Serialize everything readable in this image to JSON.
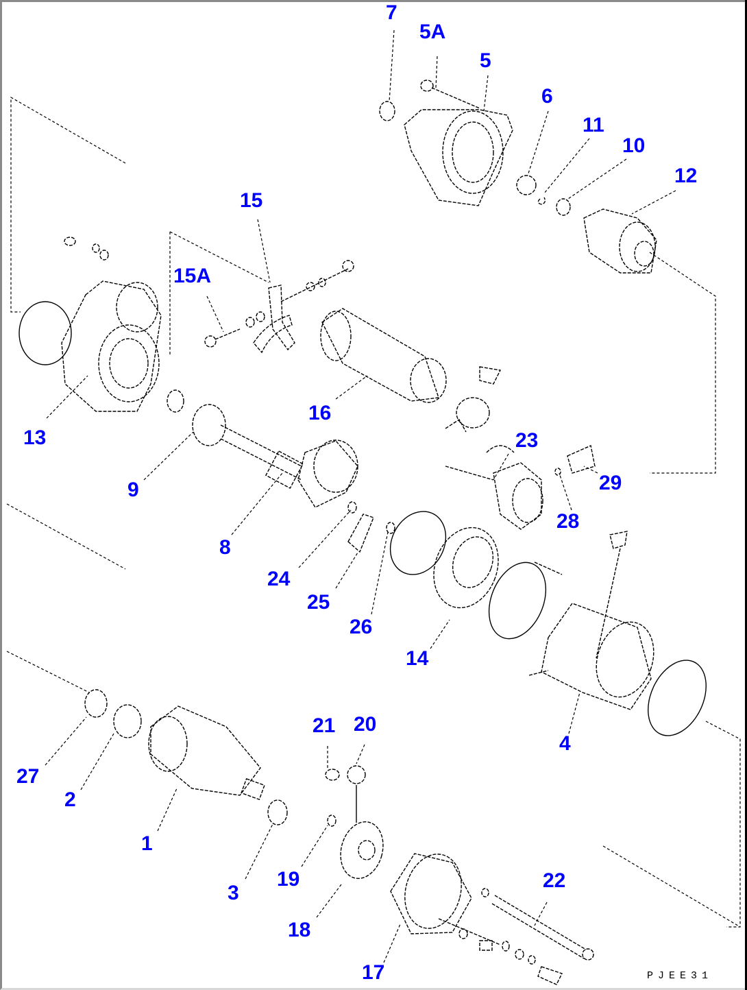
{
  "diagram": {
    "reference_code": "PJEE31",
    "callout_color": "#0000ff",
    "callouts": [
      "7",
      "5A",
      "5",
      "6",
      "11",
      "10",
      "12",
      "15",
      "15A",
      "13",
      "16",
      "9",
      "8",
      "23",
      "29",
      "28",
      "24",
      "25",
      "26",
      "14",
      "4",
      "21",
      "20",
      "27",
      "2",
      "1",
      "3",
      "19",
      "18",
      "22",
      "17"
    ]
  }
}
